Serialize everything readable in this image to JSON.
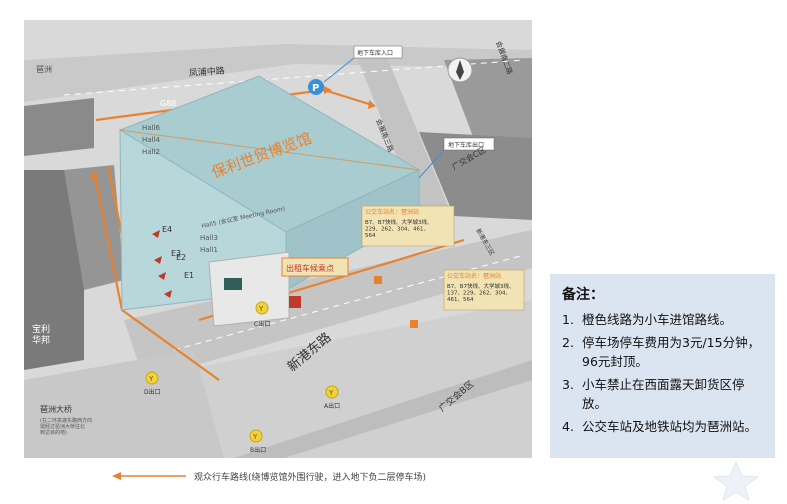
{
  "map": {
    "hall_name": "保利世贸博览馆",
    "road_fengpu": "凤浦中路",
    "road_xingang": "新港东路",
    "road_guangjiao_c": "广交会C区",
    "road_guangjiao_b": "广交会B区",
    "road_pazhou": "琶洲大桥",
    "road_changgang": "会展南三路",
    "road_huizhan_right": "会展南二路",
    "road_right_lower": "新港东三区",
    "road_left_small": "琶洲",
    "label_g88": "G88",
    "hall_labels": [
      "Hall6",
      "Hall4",
      "Hall2",
      "Hall5 (会议室 Meeting Room)",
      "Hall3",
      "Hall1"
    ],
    "entrance_labels": [
      "E4",
      "E3",
      "E2",
      "E1"
    ],
    "underground_entrance": "地下车库入口",
    "underground_exit": "地下车库出口",
    "taxi_label": "出租车候乘点",
    "exit_c": "C出口",
    "exit_d": "D出口",
    "exit_a": "A出口",
    "exit_b": "B出口",
    "block_left_label": "宝利\n华邦",
    "pazhou_note": "(在二环高速东路西方向\n需经过琶洲大桥往北\n到达目的地)",
    "bus1": {
      "title": "公交车站名：琶洲站",
      "routes": "B7、B7快线、大学城3线、\n229、262、304、461、\n564"
    },
    "bus2": {
      "title": "公交车站名：琶洲站",
      "routes": "B7、B7快线、大学城3线、\n137、229、262、304、\n461、564"
    },
    "parking_icon": "P",
    "metro_icon": "Y",
    "colors": {
      "route": "#e8822e",
      "building": "#a9ccd1",
      "road": "#bfbfbf",
      "block": "#7f7f7f",
      "sign": "#f1e3b3"
    }
  },
  "notes": {
    "title": "备注：",
    "items": [
      {
        "num": "1.",
        "text": "橙色线路为小车进馆路线。"
      },
      {
        "num": "2.",
        "text": "停车场停车费用为3元/15分钟，96元封顶。"
      },
      {
        "num": "3.",
        "text": "小车禁止在西面露天卸货区停放。"
      },
      {
        "num": "4.",
        "text": "公交车站及地铁站均为琶洲站。"
      }
    ]
  },
  "legend": {
    "text": "观众行车路线(绕博览馆外围行驶，进入地下负二层停车场)"
  }
}
